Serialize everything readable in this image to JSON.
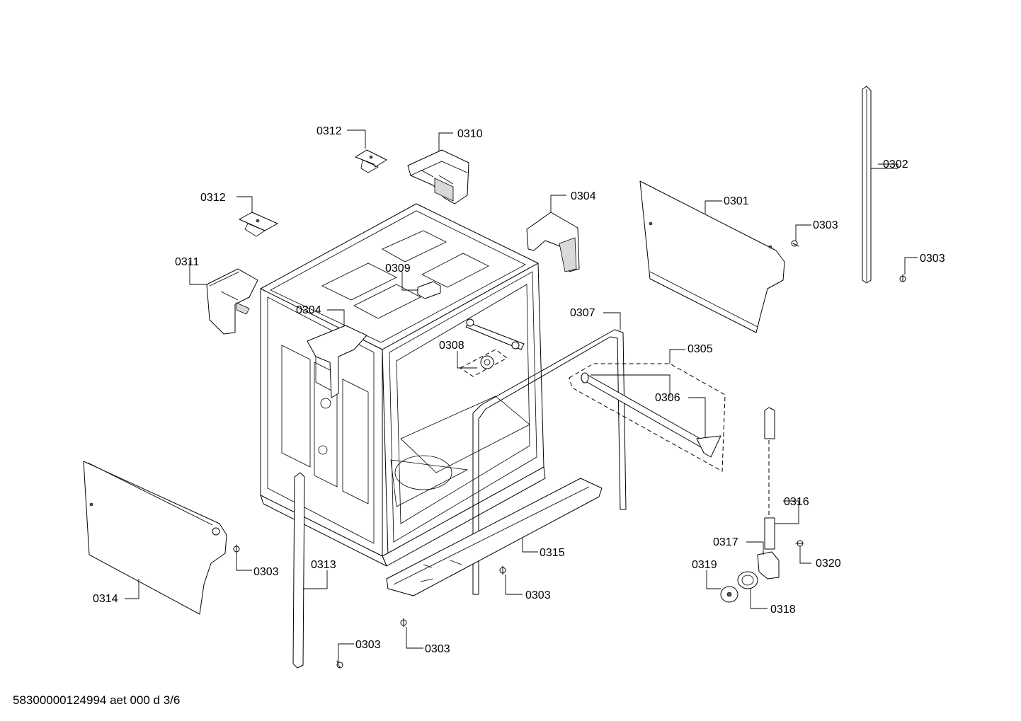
{
  "document_code": "58300000124994 aet 000 d 3/6",
  "callouts": {
    "c0301": "0301",
    "c0302": "0302",
    "c0303a": "0303",
    "c0303b": "0303",
    "c0303c": "0303",
    "c0303d": "0303",
    "c0303e": "0303",
    "c0303f": "0303",
    "c0304a": "0304",
    "c0304b": "0304",
    "c0305": "0305",
    "c0306": "0306",
    "c0307": "0307",
    "c0308": "0308",
    "c0309": "0309",
    "c0310": "0310",
    "c0311": "0311",
    "c0312a": "0312",
    "c0312b": "0312",
    "c0313": "0313",
    "c0314": "0314",
    "c0315": "0315",
    "c0316": "0316",
    "c0317": "0317",
    "c0318": "0318",
    "c0319": "0319",
    "c0320": "0320"
  }
}
